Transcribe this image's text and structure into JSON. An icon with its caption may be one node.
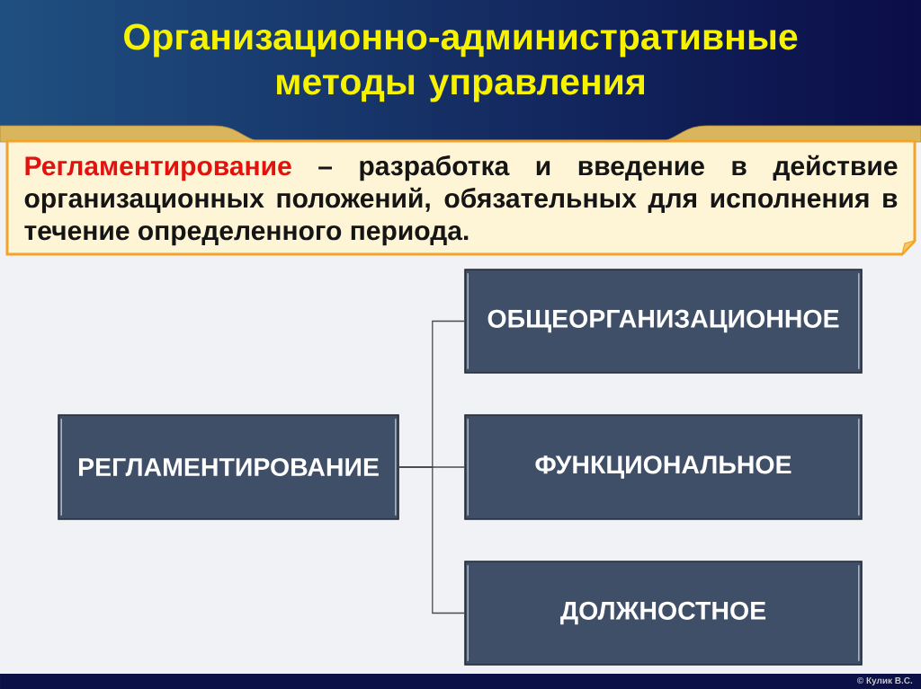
{
  "diagram": {
    "title": "Организационно-административные методы управления",
    "nodes": [
      {
        "text": [
          "Регламентирование",
          "– разработка и введение в действие организационных положений, обязательных для исполнения в течение определенного периода."
        ]
      },
      {
        "text": [
          "РЕГЛАМЕНТИРОВАНИЕ"
        ]
      },
      {
        "text": [
          "ОБЩЕОРГАНИЗАЦИОННОЕ"
        ]
      },
      {
        "text": [
          "ФУНКЦИОНАЛЬНОЕ"
        ]
      },
      {
        "text": [
          "ДОЛЖНОСТНОЕ"
        ]
      }
    ],
    "edges": [
      {
        "from": 1,
        "to": 2,
        "arrow": "none"
      },
      {
        "from": 1,
        "to": 3,
        "arrow": "none"
      },
      {
        "from": 1,
        "to": 4,
        "arrow": "none"
      }
    ],
    "labels": [
      "© Кулик В.С."
    ]
  }
}
